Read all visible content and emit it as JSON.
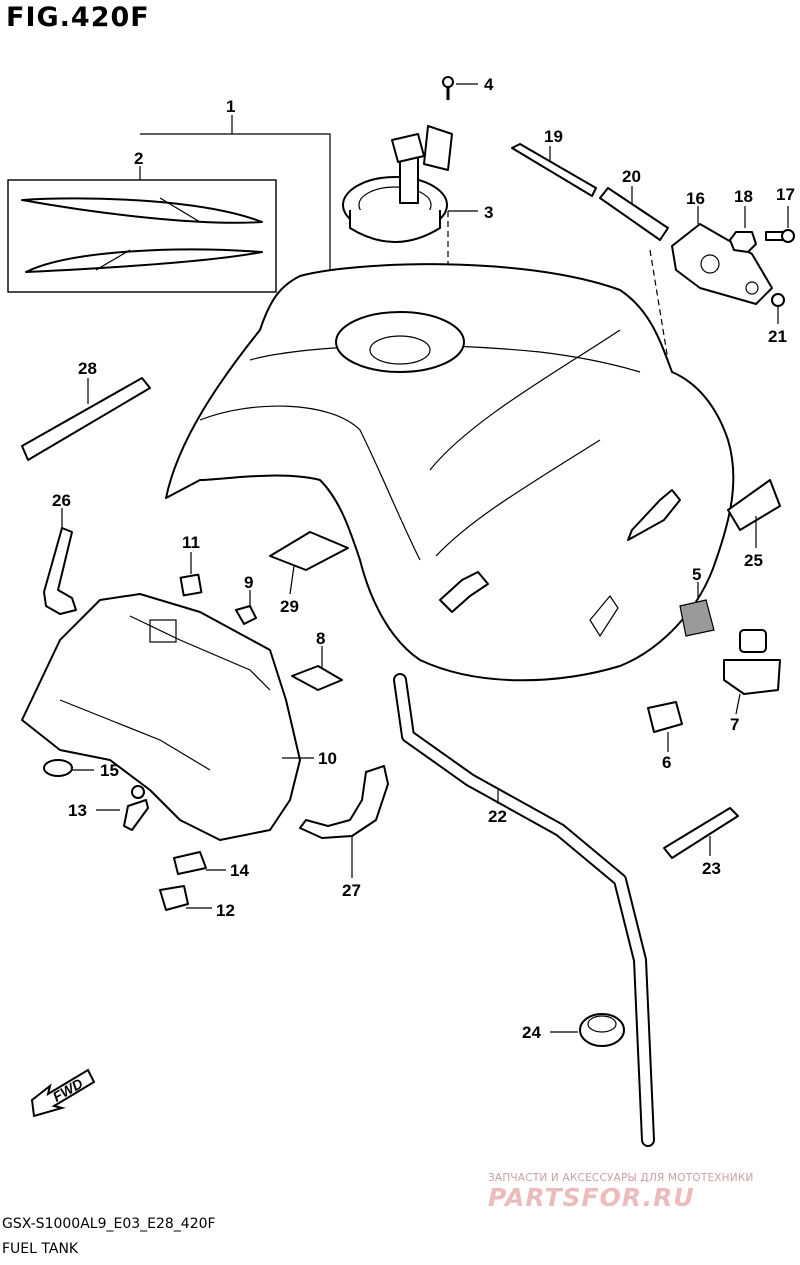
{
  "figure": {
    "title": "FIG.420F",
    "model_code": "GSX-S1000AL9_E03_E28_420F",
    "name": "FUEL TANK",
    "direction_label": "FWD"
  },
  "callouts": [
    "1",
    "2",
    "3",
    "4",
    "5",
    "6",
    "7",
    "8",
    "9",
    "10",
    "11",
    "12",
    "13",
    "14",
    "15",
    "16",
    "17",
    "18",
    "19",
    "20",
    "21",
    "22",
    "23",
    "24",
    "25",
    "26",
    "27",
    "28",
    "29"
  ],
  "watermark": {
    "tagline": "ЗАПЧАСТИ И АКСЕССУАРЫ ДЛЯ МОТОТЕХНИКИ",
    "logo": "PARTSFOR.RU",
    "color": "#e8b4b4"
  }
}
